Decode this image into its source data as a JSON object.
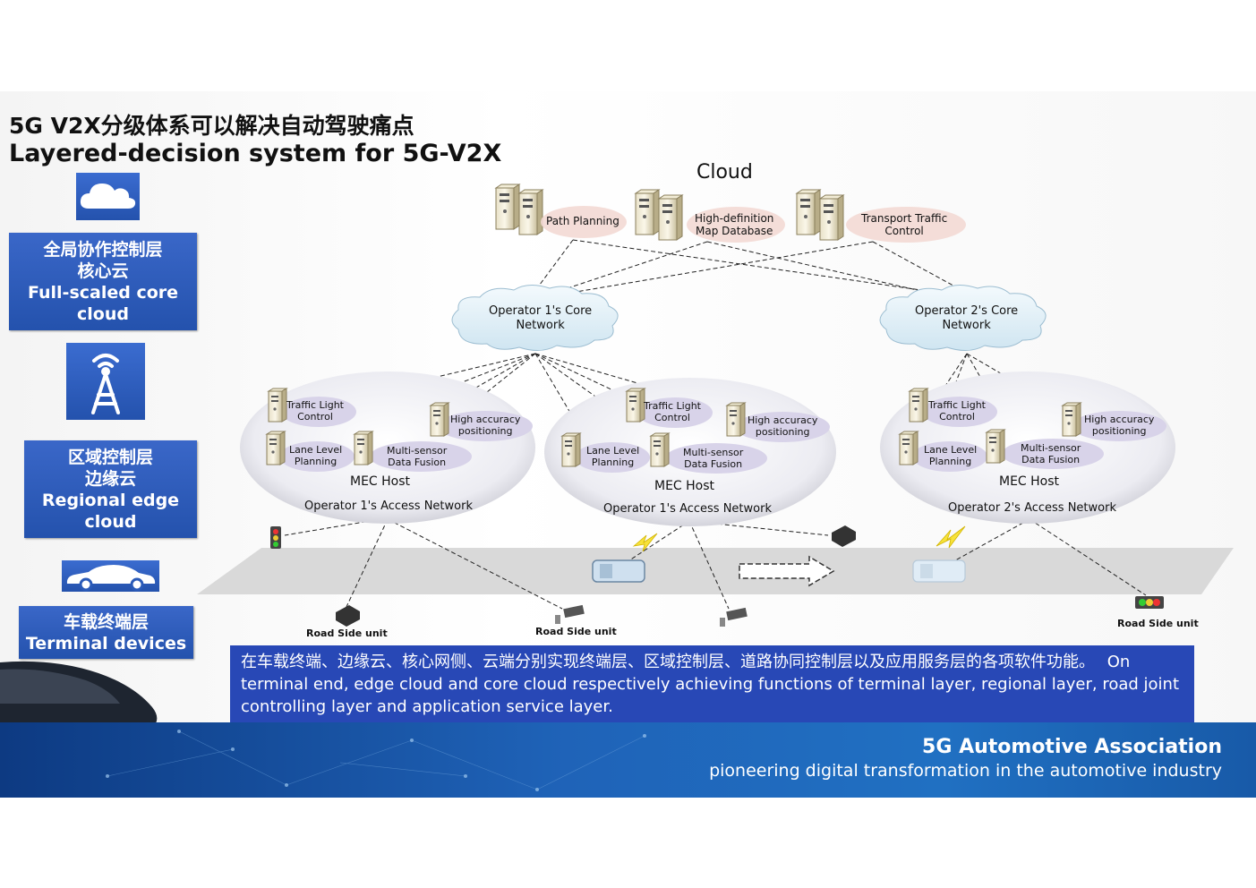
{
  "title_cn": "5G V2X分级体系可以解决自动驾驶痛点",
  "title_en": "Layered-decision system for 5G-V2X",
  "layers": {
    "core": {
      "cn1": "全局协作控制层",
      "cn2": "核心云",
      "en1": "Full-scaled core",
      "en2": "cloud"
    },
    "edge": {
      "cn1": "区域控制层",
      "cn2": "边缘云",
      "en1": "Regional edge",
      "en2": "cloud"
    },
    "terminal": {
      "cn": "车载终端层",
      "en": "Terminal devices"
    }
  },
  "cloud": {
    "label": "Cloud",
    "services": {
      "path": "Path Planning",
      "map1": "High-definition",
      "map2": "Map Database",
      "traffic1": "Transport Traffic",
      "traffic2": "Control"
    }
  },
  "core_networks": {
    "op1_line1": "Operator 1's Core",
    "op1_line2": "Network",
    "op2_line1": "Operator 2's Core",
    "op2_line2": "Network"
  },
  "mec": {
    "tl1": "Traffic Light",
    "tl2": "Control",
    "ha1": "High accuracy",
    "ha2": "positioning",
    "ll1": "Lane Level",
    "ll2": "Planning",
    "ms1": "Multi-sensor",
    "ms2": "Data Fusion",
    "host": "MEC Host",
    "access1": "Operator 1's Access Network",
    "access2": "Operator 2's Access Network"
  },
  "road": {
    "rsu": "Road Side unit",
    "rsu_camera": "Road Side unit"
  },
  "caption": {
    "cn": "在车载终端、边缘云、核心网侧、云端分别实现终端层、区域控制层、道路协同控制层以及应用服务层的各项软件功能。",
    "en": "On terminal end, edge cloud and core cloud respectively achieving functions of terminal layer, regional layer, road joint controlling layer and application service layer."
  },
  "footer": {
    "org": "5G Automotive Association",
    "tagline": "pioneering digital transformation in the automotive industry"
  }
}
